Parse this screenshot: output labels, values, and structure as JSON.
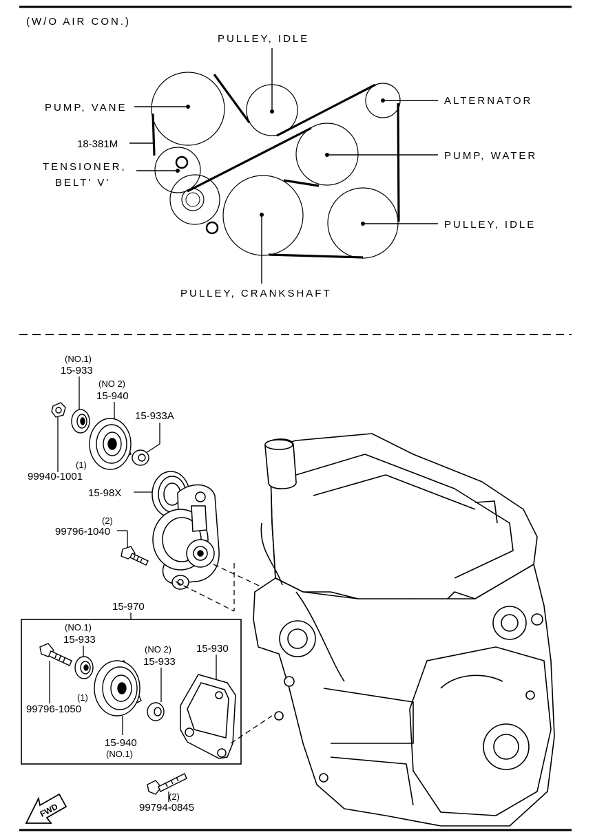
{
  "belt_diagram": {
    "variant": "(W/O  AIR  CON.)",
    "labels": {
      "pulley_idle_top": "PULLEY, IDLE",
      "pump_vane": "PUMP, VANE",
      "alternator": "ALTERNATOR",
      "belt_part": "18-381M",
      "tensioner_line1": "TENSIONER,",
      "tensioner_line2": "BELT' V'",
      "pump_water": "PUMP, WATER",
      "pulley_idle_right": "PULLEY, IDLE",
      "pulley_crankshaft": "PULLEY, CRANKSHAFT"
    }
  },
  "parts_diagram": {
    "no1_top": "(NO.1)",
    "p15_933_top": "15-933",
    "no2_top": "(NO 2)",
    "p15_940_top": "15-940",
    "p15_933A": "15-933A",
    "qty_nut": "(1)",
    "p99940_1001": "99940-1001",
    "p15_98X": "15-98X",
    "qty_bolt_top": "(2)",
    "p99796_1040": "99796-1040",
    "p15_970": "15-970",
    "no1_box": "(NO.1)",
    "p15_933_box": "15-933",
    "no2_box": "(NO 2)",
    "p15_933_box2": "15-933",
    "p15_930": "15-930",
    "qty_bolt_box": "(1)",
    "p99796_1050": "99796-1050",
    "p15_940_box": "15-940",
    "no1_box_bottom": "(NO.1)",
    "qty_bolt_bottom": "(2)",
    "p99794_0845": "99794-0845",
    "fwd": "FWD"
  }
}
